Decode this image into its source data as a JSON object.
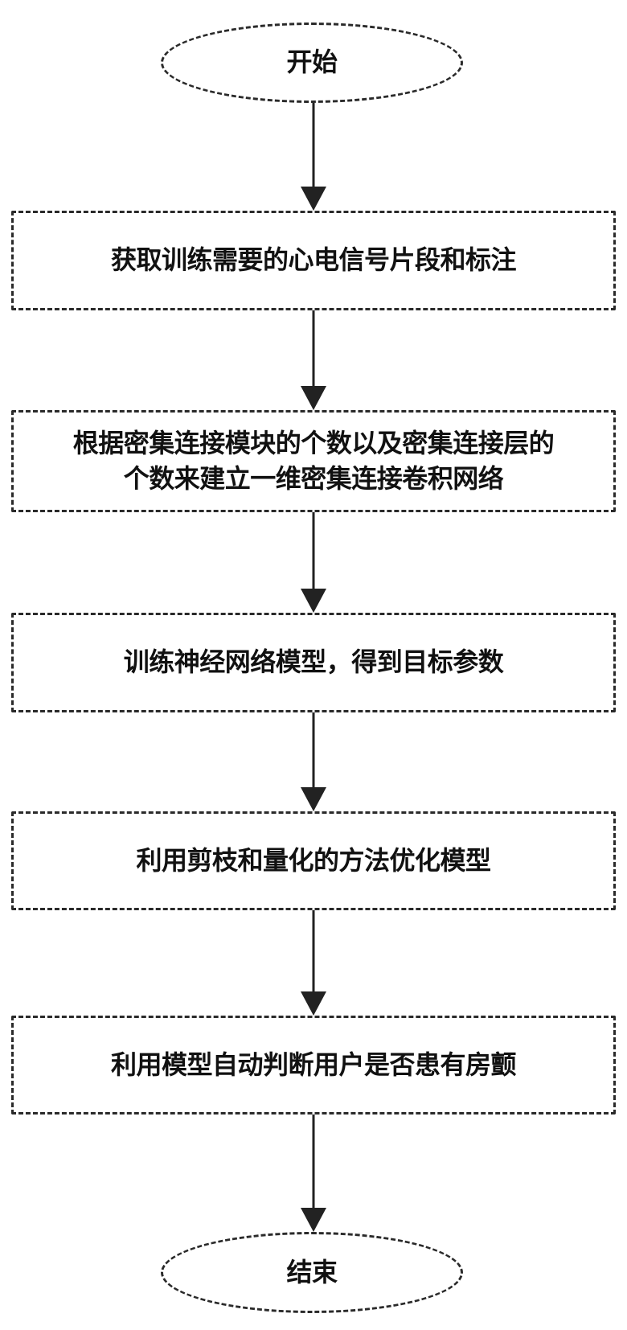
{
  "flowchart": {
    "start": "开始",
    "steps": [
      {
        "lines": [
          "获取训练需要的心电信号片段和标注"
        ]
      },
      {
        "lines": [
          "根据密集连接模块的个数以及密集连接层的",
          "个数来建立一维密集连接卷积网络"
        ]
      },
      {
        "lines": [
          "训练神经网络模型，得到目标参数"
        ]
      },
      {
        "lines": [
          "利用剪枝和量化的方法优化模型"
        ]
      },
      {
        "lines": [
          "利用模型自动判断用户是否患有房颤"
        ]
      }
    ],
    "end": "结束"
  }
}
